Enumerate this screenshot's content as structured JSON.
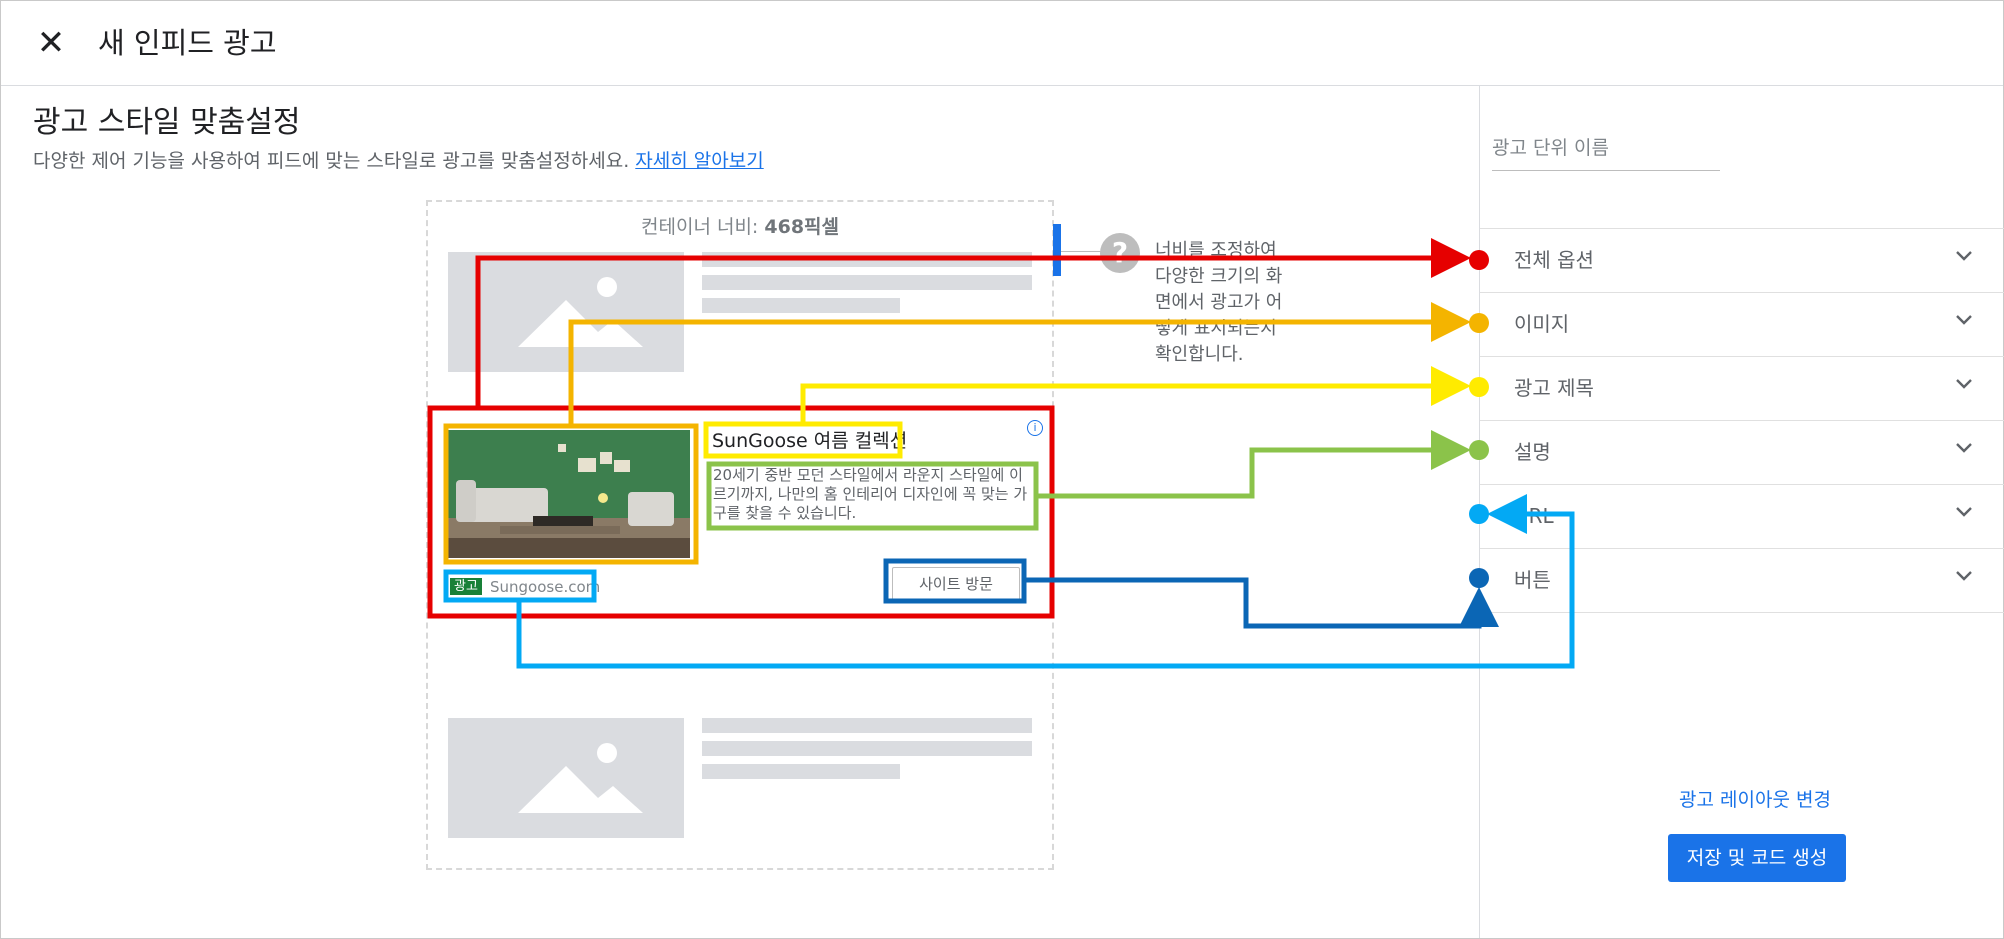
{
  "topbar": {
    "close_icon": "close-icon",
    "title": "새 인피드 광고"
  },
  "section": {
    "title": "광고 스타일 맞춤설정",
    "description": "다양한 제어 기능을 사용하여 피드에 맞는 스타일로 광고를 맞춤설정하세요.",
    "learn_more": "자세히 알아보기"
  },
  "preview": {
    "container_label": "컨테이너 너비:",
    "container_value": "468픽셀",
    "help_text": "너비를 조정하여 다양한 크기의 화면에서 광고가 어떻게 표시되는지 확인합니다.",
    "ad": {
      "headline": "SunGoose 여름 컬렉션",
      "description": "20세기 중반 모던 스타일에서 라운지 스타일에 이르기까지, 나만의 홈 인테리어 디자인에 꼭 맞는 가구를 찾을 수 있습니다.",
      "badge": "광고",
      "url": "Sungoose.com",
      "button": "사이트 방문",
      "info_icon": "info-icon"
    }
  },
  "sidebar": {
    "unit_name_placeholder": "광고 단위 이름",
    "sections": [
      {
        "label": "전체 옵션",
        "color": "#e60000"
      },
      {
        "label": "이미지",
        "color": "#f4b400"
      },
      {
        "label": "광고 제목",
        "color": "#ffeb00"
      },
      {
        "label": "설명",
        "color": "#8bc34a"
      },
      {
        "label": "URL",
        "color": "#03a9f4"
      },
      {
        "label": "버튼",
        "color": "#0b66b5"
      }
    ],
    "change_layout": "광고 레이아웃 변경",
    "save_button": "저장 및 코드 생성"
  },
  "colors": {
    "accent": "#1a73e8",
    "badge_green": "#188038"
  }
}
